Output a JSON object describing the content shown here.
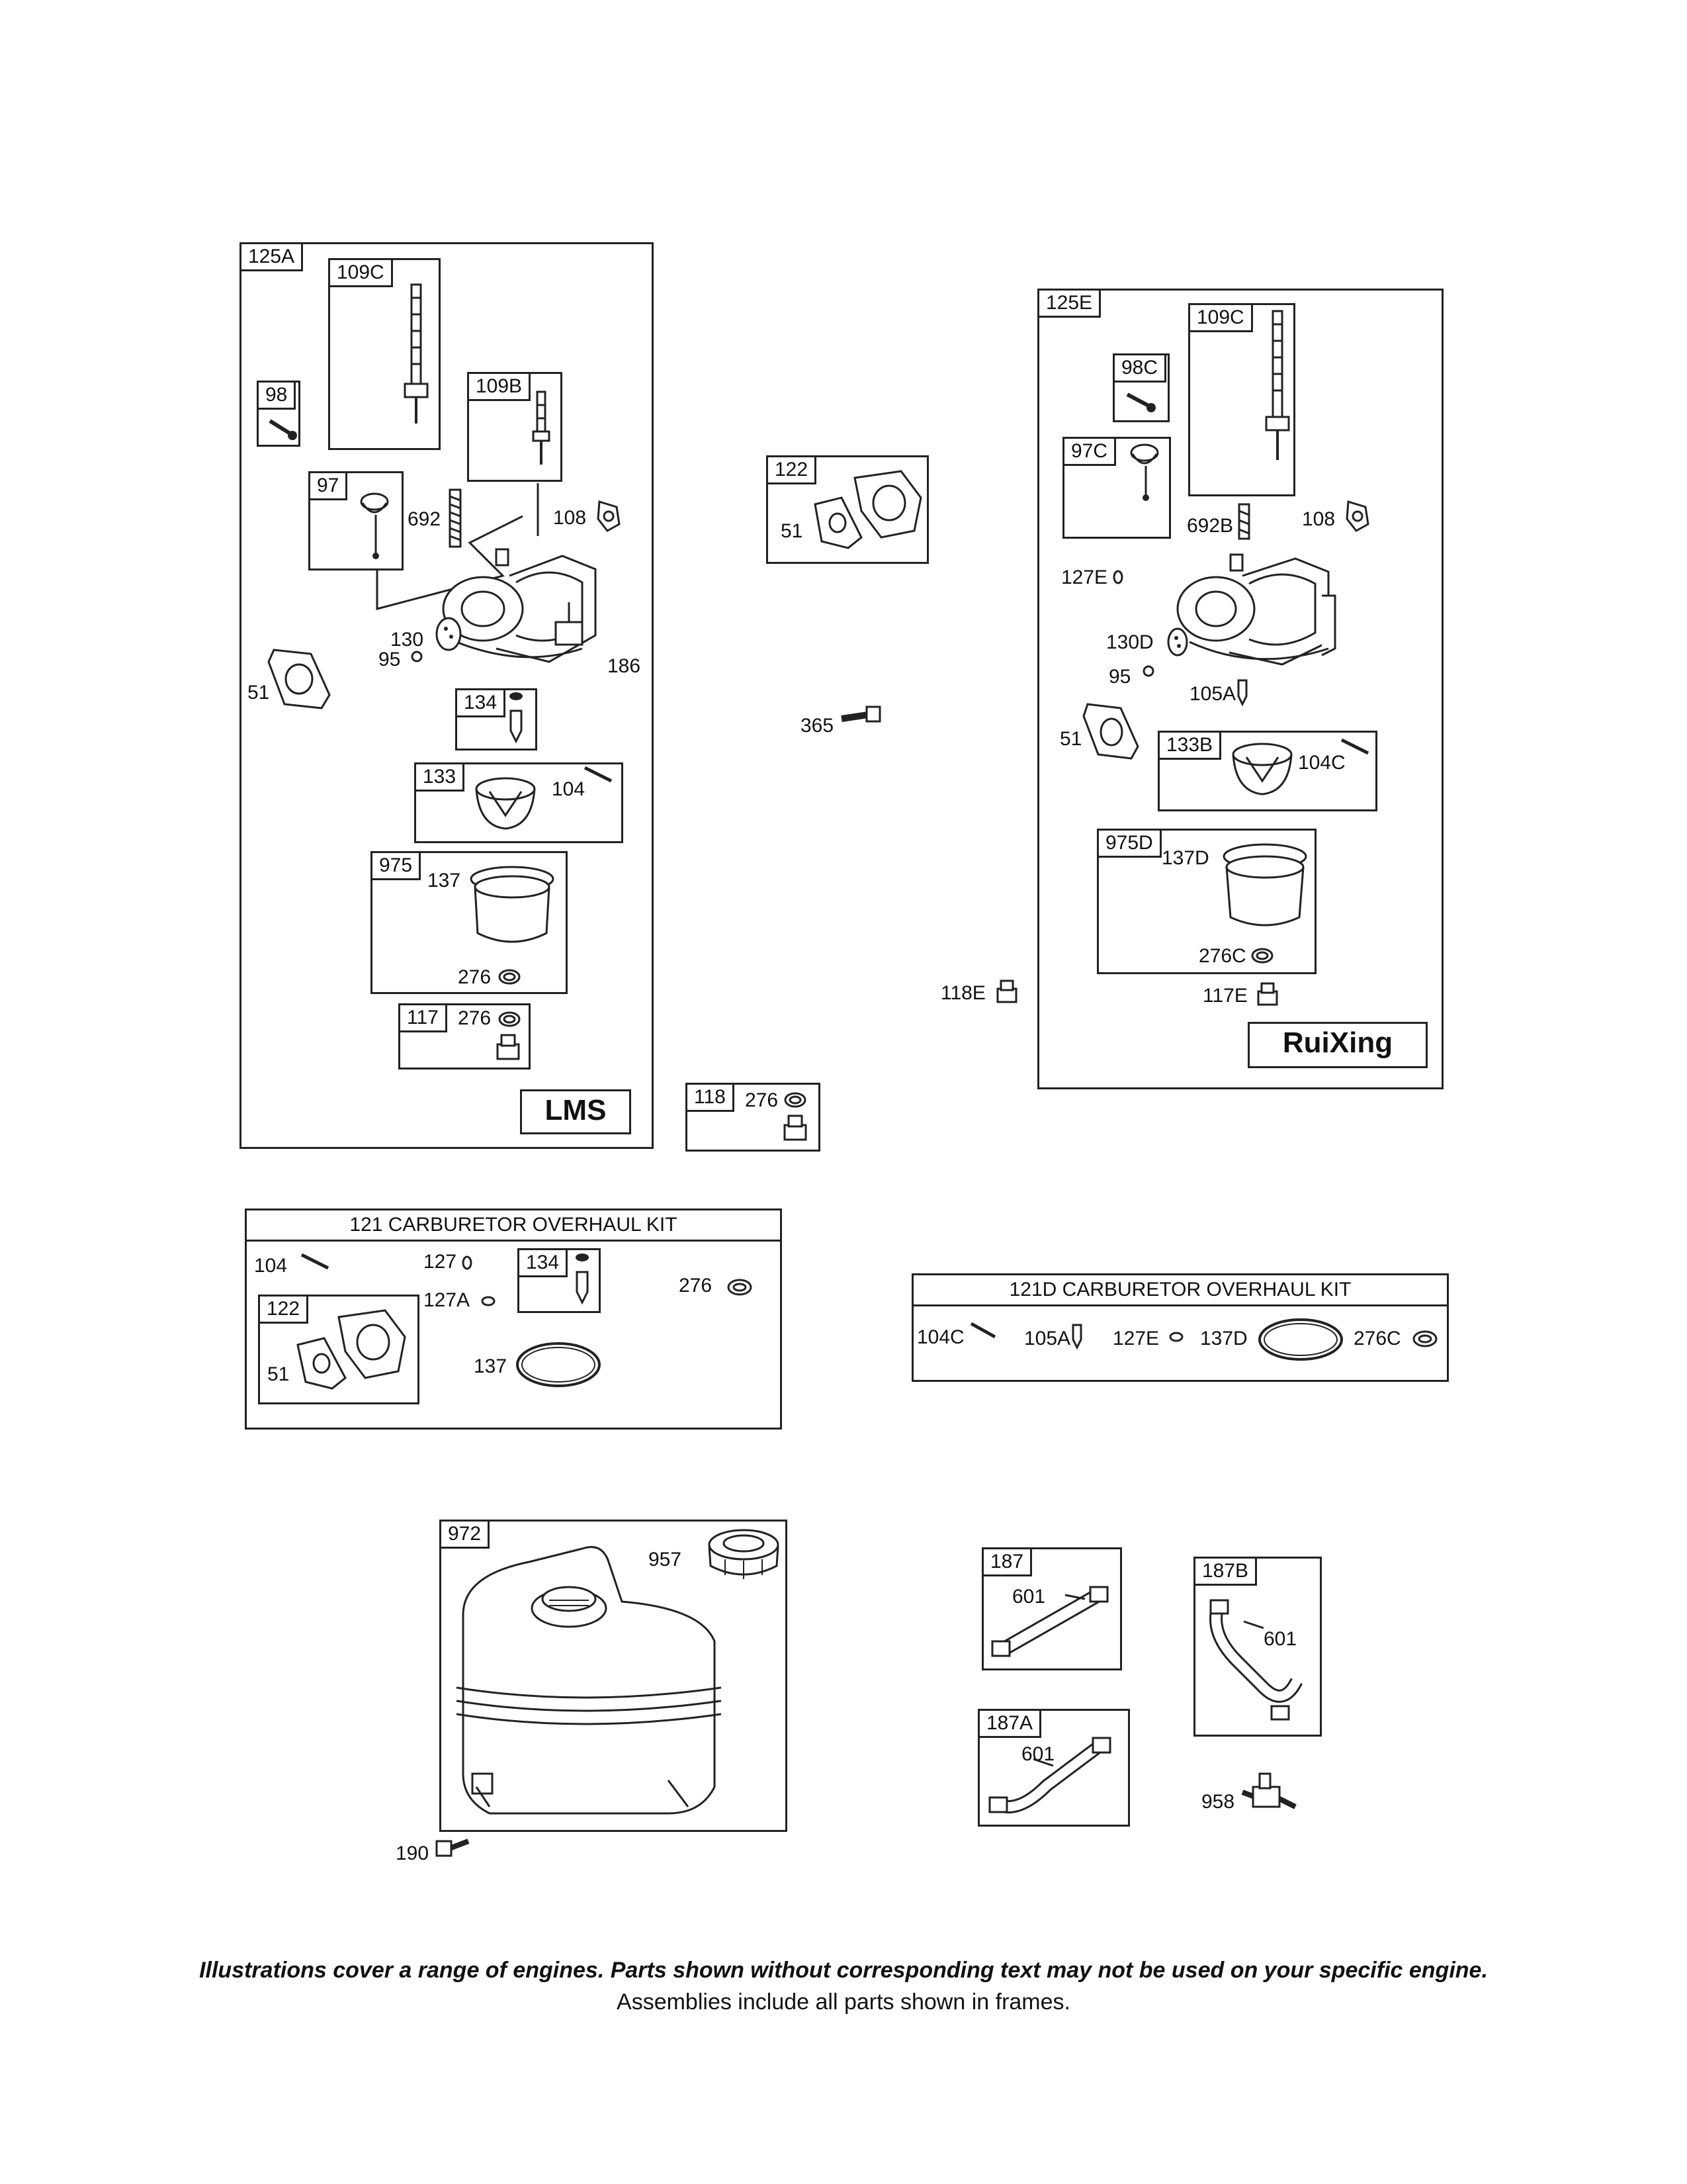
{
  "left_assembly": {
    "frame_label": "125A",
    "brand": "LMS",
    "parts": {
      "p109c": "109C",
      "p98": "98",
      "p109b": "109B",
      "p97": "97",
      "p692": "692",
      "p108": "108",
      "p130": "130",
      "p95": "95",
      "p51": "51",
      "p186": "186",
      "p134": "134",
      "p133": "133",
      "p104": "104",
      "p975": "975",
      "p137": "137",
      "p276a": "276",
      "p117": "117",
      "p276b": "276"
    }
  },
  "middle": {
    "p122": "122",
    "p51": "51",
    "p365": "365",
    "p118": "118",
    "p276": "276",
    "p118e": "118E"
  },
  "right_assembly": {
    "frame_label": "125E",
    "brand": "RuiXing",
    "parts": {
      "p109c": "109C",
      "p98c": "98C",
      "p97c": "97C",
      "p692b": "692B",
      "p108": "108",
      "p127e": "127E",
      "p130d": "130D",
      "p95": "95",
      "p105a": "105A",
      "p51": "51",
      "p133b": "133B",
      "p104c": "104C",
      "p975d": "975D",
      "p137d": "137D",
      "p276c": "276C",
      "p117e": "117E"
    }
  },
  "kit_121": {
    "title": "121 CARBURETOR OVERHAUL KIT",
    "p104": "104",
    "p127": "127",
    "p127a": "127A",
    "p134": "134",
    "p276": "276",
    "p122": "122",
    "p51": "51",
    "p137": "137"
  },
  "kit_121d": {
    "title": "121D CARBURETOR OVERHAUL KIT",
    "p104c": "104C",
    "p105a": "105A",
    "p127e": "127E",
    "p137d": "137D",
    "p276c": "276C"
  },
  "tank": {
    "p972": "972",
    "p957": "957",
    "p190": "190"
  },
  "lines": {
    "p187": "187",
    "p601a": "601",
    "p187b": "187B",
    "p601b": "601",
    "p187a": "187A",
    "p601c": "601",
    "p958": "958"
  },
  "footer": {
    "disclaimer": "Illustrations cover a range of engines. Parts shown without corresponding text may not be used on your specific engine.",
    "note": "Assemblies include all parts shown in frames."
  }
}
